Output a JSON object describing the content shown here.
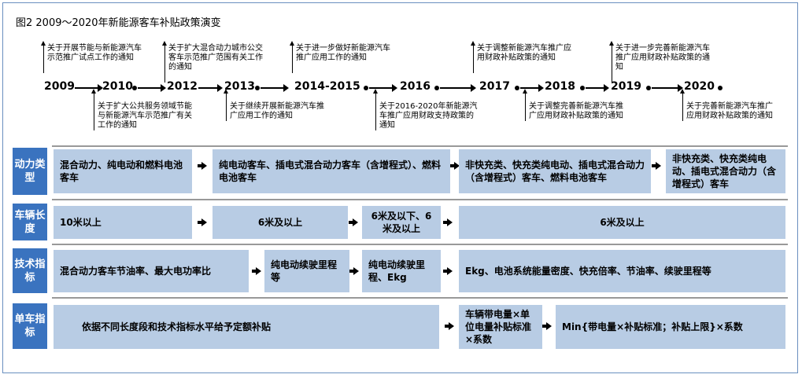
{
  "figure": {
    "title": "图2  2009～2020年新能源客车补贴政策演变"
  },
  "timeline": {
    "years": [
      "2009",
      "2010",
      "2012",
      "2013",
      "2014-2015",
      "2016",
      "2017",
      "2018",
      "2019",
      "2020"
    ],
    "notes_above": [
      {
        "text": "关于开展节能与新能源汽车示范推广试点工作的通知"
      },
      {
        "text": "关于扩大混合动力城市公交客车示范推广范围有关工作的通知"
      },
      {
        "text": "关于进一步做好新能源汽车推广应用工作的通知"
      },
      {
        "text": "关于调整新能源汽车推广应用财政补贴政策的通知"
      },
      {
        "text": "关于进一步完善新能源汽车推广应用财政补贴政策的通知"
      }
    ],
    "notes_below": [
      {
        "text": "关于扩大公共服务领域节能与新能源汽车示范推广有关工作的通知"
      },
      {
        "text": "关于继续开展新能源汽车推广应用工作的通知"
      },
      {
        "text": "关于2016-2020年新能源汽车推广应用财政支持政策的通知"
      },
      {
        "text": "关于调整完善新能源汽车推广应用财政补贴政策的通知"
      },
      {
        "text": "关于完善新能源汽车推广应用财政补贴政策的通知"
      }
    ]
  },
  "rows": {
    "power": {
      "label": "动力类型",
      "cells": [
        "混合动力、纯电动和燃料电池客车",
        "纯电动客车、插电式混合动力客车（含增程式）、燃料电池客车",
        "非快充类、快充类纯电动、插电式混合动力（含增程式）客车、燃料电池客车",
        "非快充类、快充类纯电动、插电式混合动力（含增程式）客车"
      ]
    },
    "length": {
      "label": "车辆长度",
      "cells": [
        "10米以上",
        "6米及以上",
        "6米及以下、6米及以上",
        "6米及以上"
      ]
    },
    "tech": {
      "label": "技术指标",
      "cells": [
        "混合动力客车节油率、最大电功率比",
        "纯电动续驶里程等",
        "纯电动续驶里程、Ekg",
        "Ekg、电池系统能量密度、快充倍率、节油率、续驶里程等"
      ]
    },
    "unit": {
      "label": "单车指标",
      "cells": [
        "依据不同长度段和技术指标水平给予定额补贴",
        "车辆带电量×单位电量补贴标准×系数",
        "Min{带电量×补贴标准；补贴上限}×系数"
      ]
    }
  },
  "colors": {
    "label_bg": "#3a73bf",
    "box_bg": "#b8cce4",
    "border": "#6a8fbf"
  }
}
